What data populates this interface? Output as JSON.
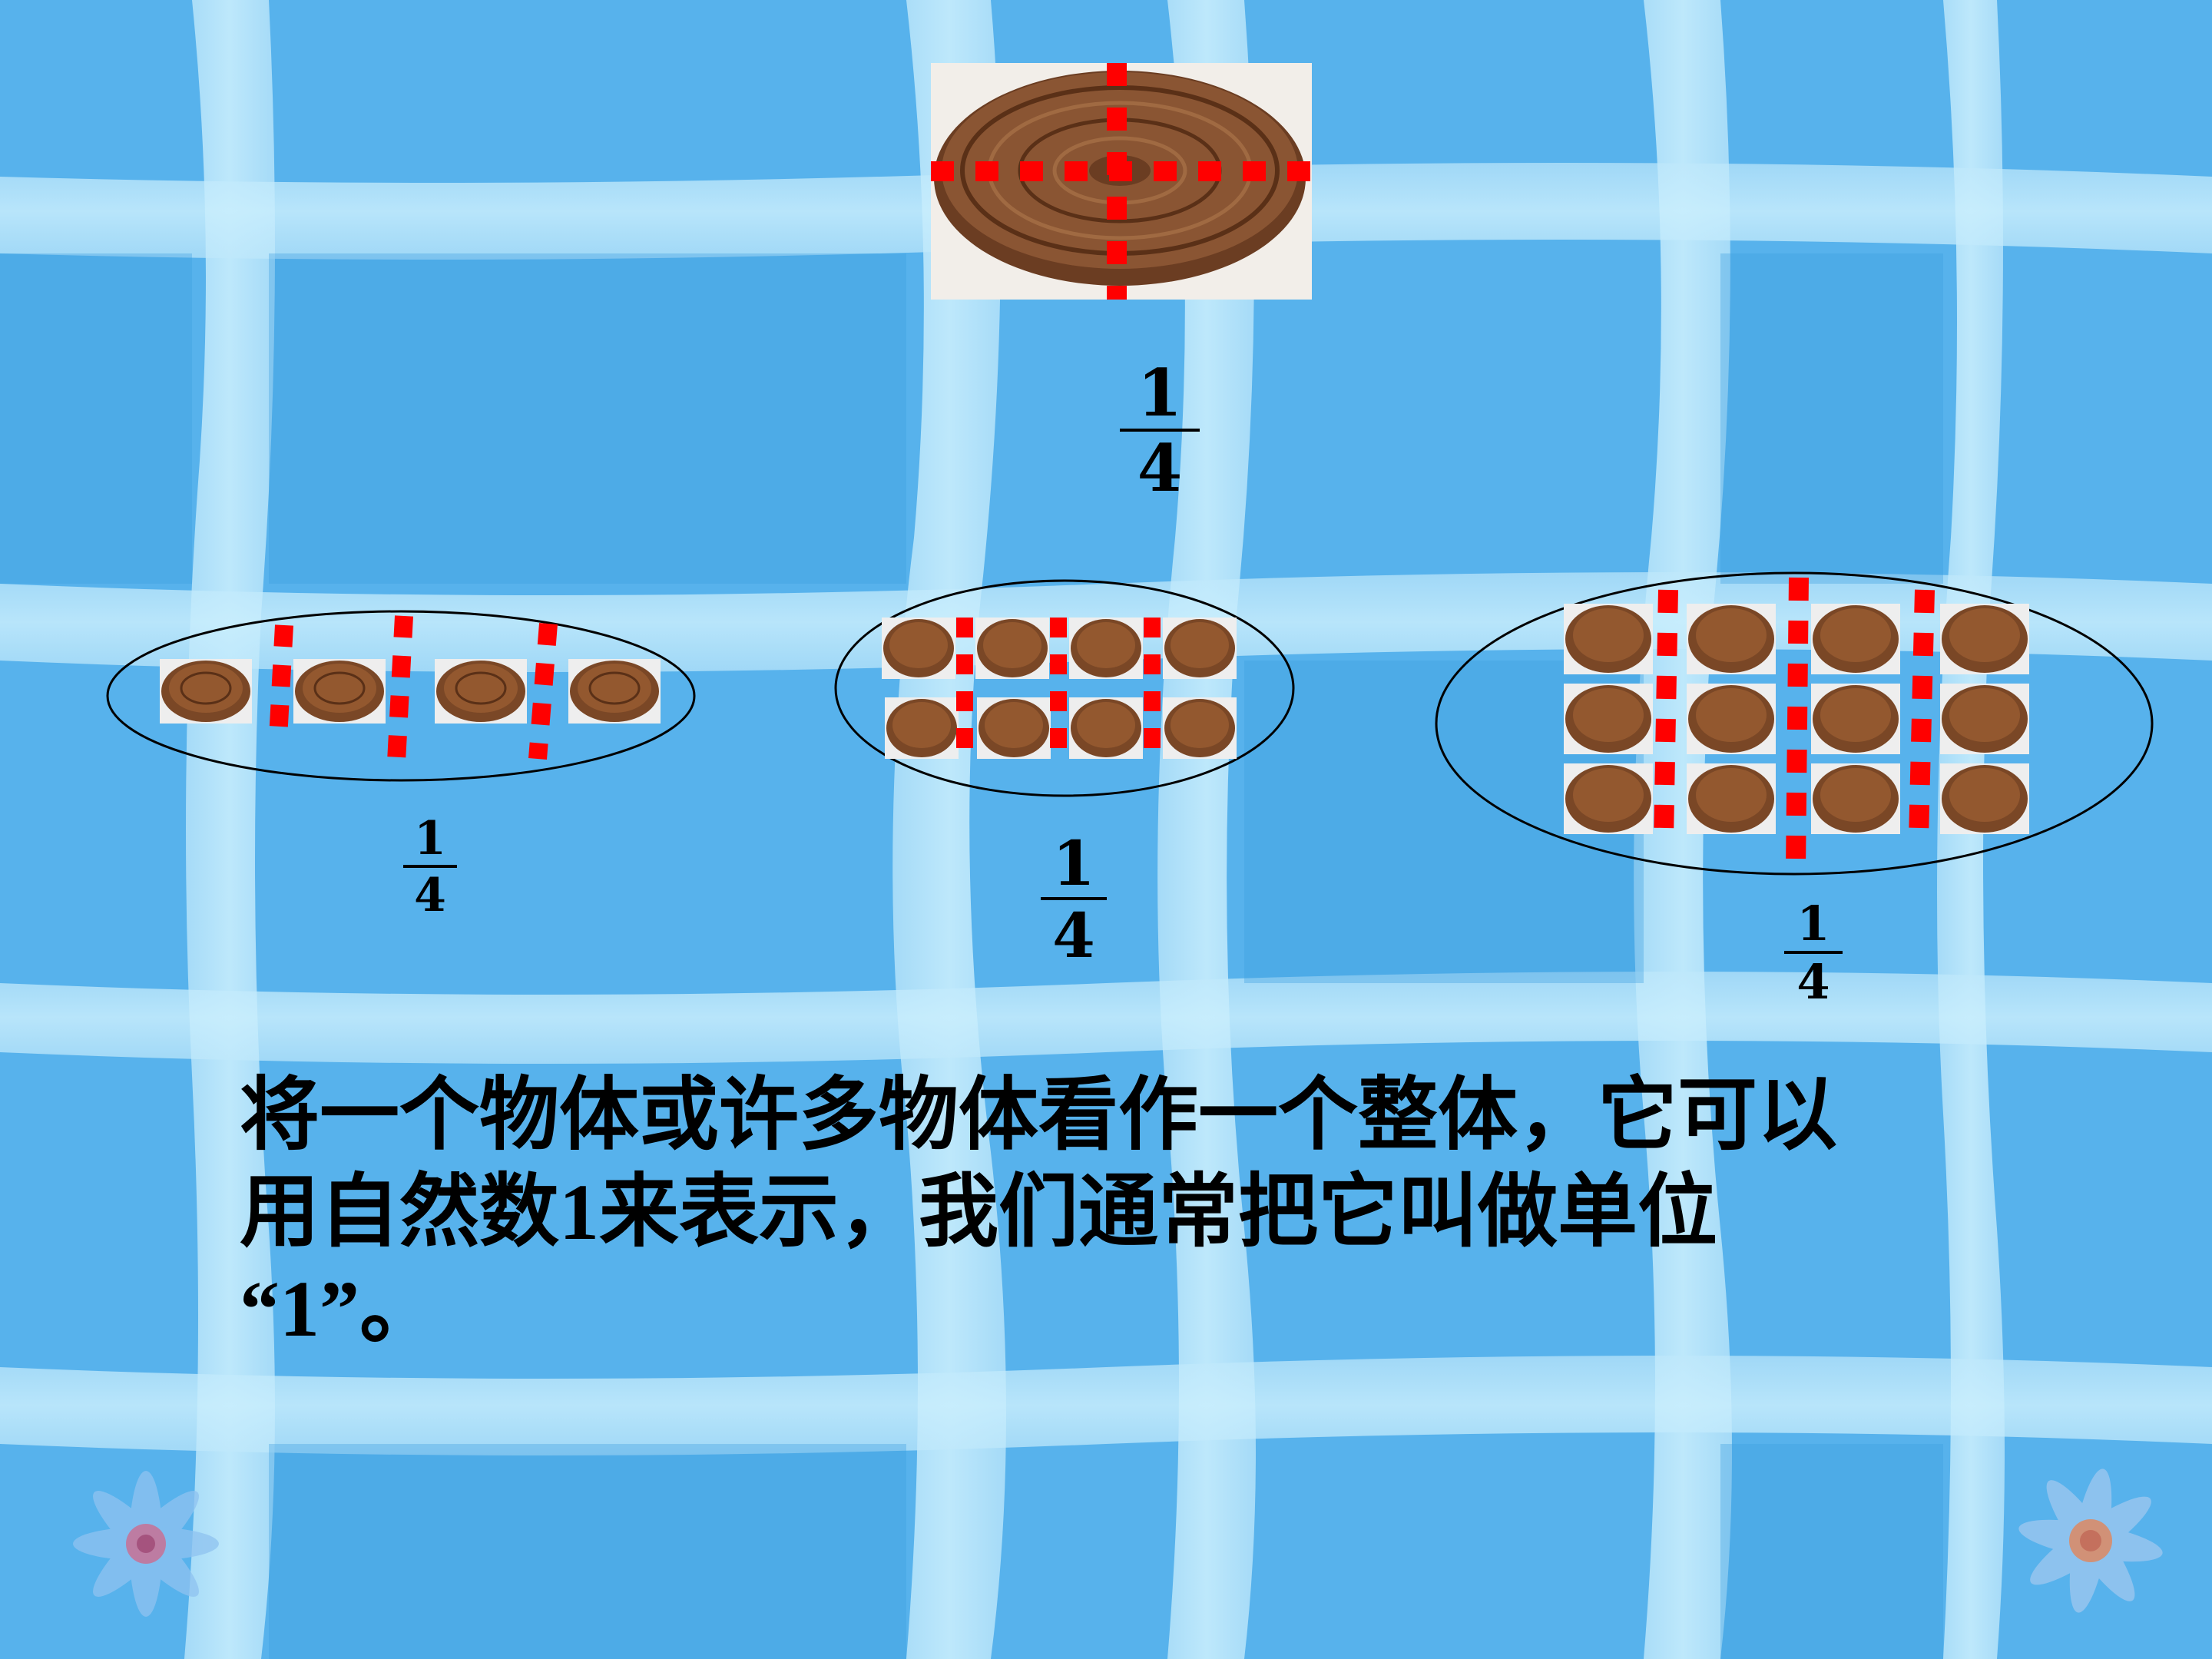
{
  "slide": {
    "colors": {
      "background": "#5fb8ef",
      "stripe": "#a8ddfa",
      "dash": "#ff0000",
      "plate": "#7a4a2c"
    },
    "fractions": [
      {
        "id": "top",
        "numerator": "1",
        "denominator": "4"
      },
      {
        "id": "left",
        "numerator": "1",
        "denominator": "4"
      },
      {
        "id": "middle",
        "numerator": "1",
        "denominator": "4"
      },
      {
        "id": "right",
        "numerator": "1",
        "denominator": "4"
      }
    ],
    "groups": {
      "left_plates": 4,
      "middle_plates": 8,
      "right_plates": 12
    },
    "text": {
      "line1": "将一个物体或许多物体看作一个整体，它可以",
      "line2": "用自然数1来表示，我们通常把它叫做单位",
      "line3": "“1”。"
    },
    "icons": [
      "flower-icon",
      "flower-icon"
    ]
  }
}
